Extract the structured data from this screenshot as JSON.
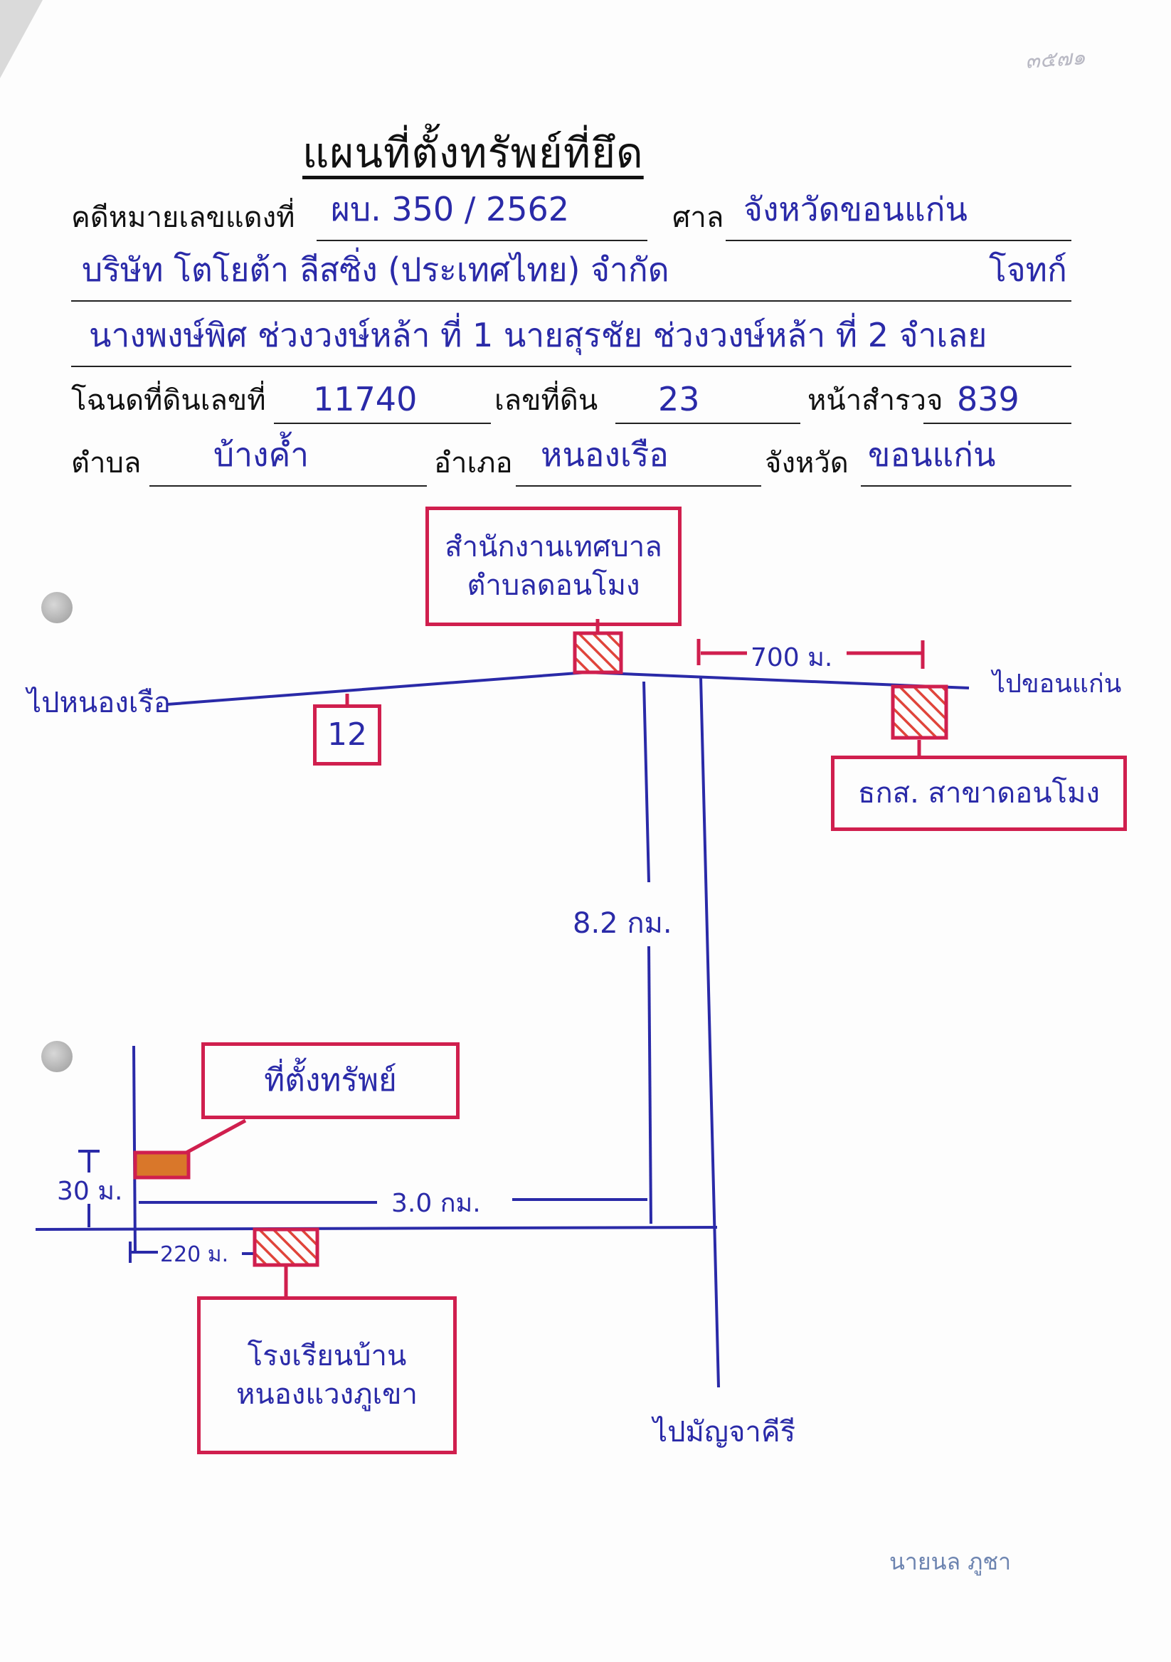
{
  "stamp": "๓๕๗๑",
  "title": "แผนที่ตั้งทรัพย์ที่ยึด",
  "form": {
    "case_label": "คดีหมายเลขแดงที่",
    "case_value": "ผบ. 350 / 2562",
    "court_label": "ศาล",
    "court_value": "จังหวัดขอนแก่น",
    "plaintiff": "บริษัท โตโยต้า ลีสซิ่ง (ประเทศไทย) จำกัด",
    "plaintiff_role": "โจทก์",
    "defendants": "นางพงษ์พิศ ช่วงวงษ์หล้า ที่ 1 นายสุรชัย ช่วงวงษ์หล้า ที่ 2 จำเลย",
    "deed_label": "โฉนดที่ดินเลขที่",
    "deed_value": "11740",
    "land_no_label": "เลขที่ดิน",
    "land_no_value": "23",
    "survey_label": "หน้าสำรวจ",
    "survey_value": "839",
    "subdistrict_label": "ตำบล",
    "subdistrict_value": "บ้างค้ำ",
    "district_label": "อำเภอ",
    "district_value": "หนองเรือ",
    "province_label": "จังหวัด",
    "province_value": "ขอนแก่น"
  },
  "map": {
    "office_line1": "สำนักงานเทศบาล",
    "office_line2": "ตำบลดอนโมง",
    "to_nongruea": "ไปหนองเรือ",
    "to_khonkaen": "ไปขอนแก่น",
    "to_manchakhiri": "ไปมัญจาคีรี",
    "road_number": "12",
    "dist_700": "700 ม.",
    "bank": "ธกส. สาขาดอนโมง",
    "dist_8_2": "8.2 กม.",
    "property": "ที่ตั้งทรัพย์",
    "dist_30": "30 ม.",
    "dist_3_0": "3.0 กม.",
    "dist_220": "220 ม.",
    "school_line1": "โรงเรียนบ้าน",
    "school_line2": "หนองแวงภูเขา"
  },
  "signature": "นายนล ภูชา",
  "colors": {
    "ink_blue": "#2a2aa8",
    "ink_red": "#d01f4e",
    "hatch": "#e0443a",
    "property_fill": "#d9772a"
  }
}
